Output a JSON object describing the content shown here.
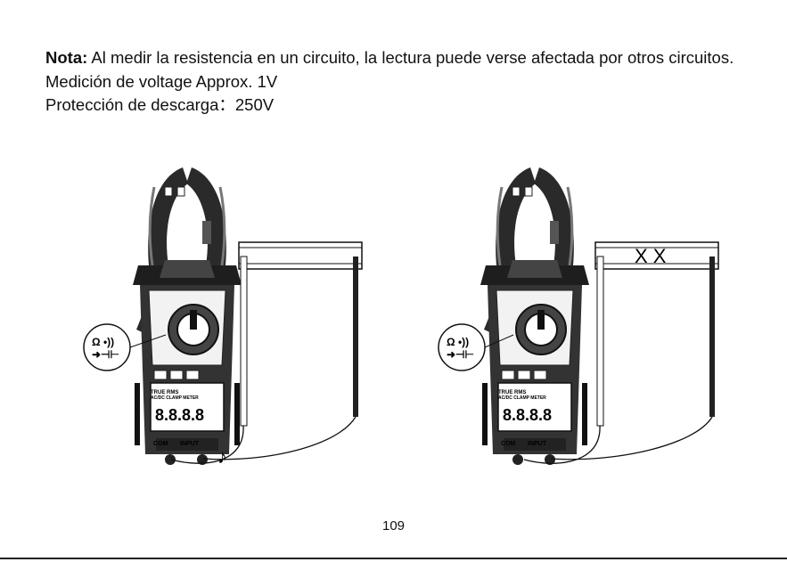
{
  "note": {
    "label": "Nota:",
    "text": " Al medir la resistencia en un circuito, la lectura puede verse afectada por otros circuitos."
  },
  "line_voltage": "Medición de voltage Approx. 1V",
  "line_protection": "Protección de descarga：250V",
  "figure_left": {
    "symbols_top": "Ω •))",
    "symbols_bottom": "➜⊣⊢",
    "lcd": "8.8.8.8",
    "display_label_1": "TRUE RMS",
    "display_label_2": "AC/DC CLAMP METER",
    "terminal_com": "COM",
    "terminal_input": "INPUT",
    "sound_icon": "♪"
  },
  "figure_right": {
    "symbols_top": "Ω •))",
    "symbols_bottom": "➜⊣⊢",
    "lcd": "8.8.8.8",
    "display_label_1": "TRUE RMS",
    "display_label_2": "AC/DC CLAMP METER",
    "terminal_com": "COM",
    "terminal_input": "INPUT",
    "break_marks": "X X"
  },
  "page_number": "109"
}
